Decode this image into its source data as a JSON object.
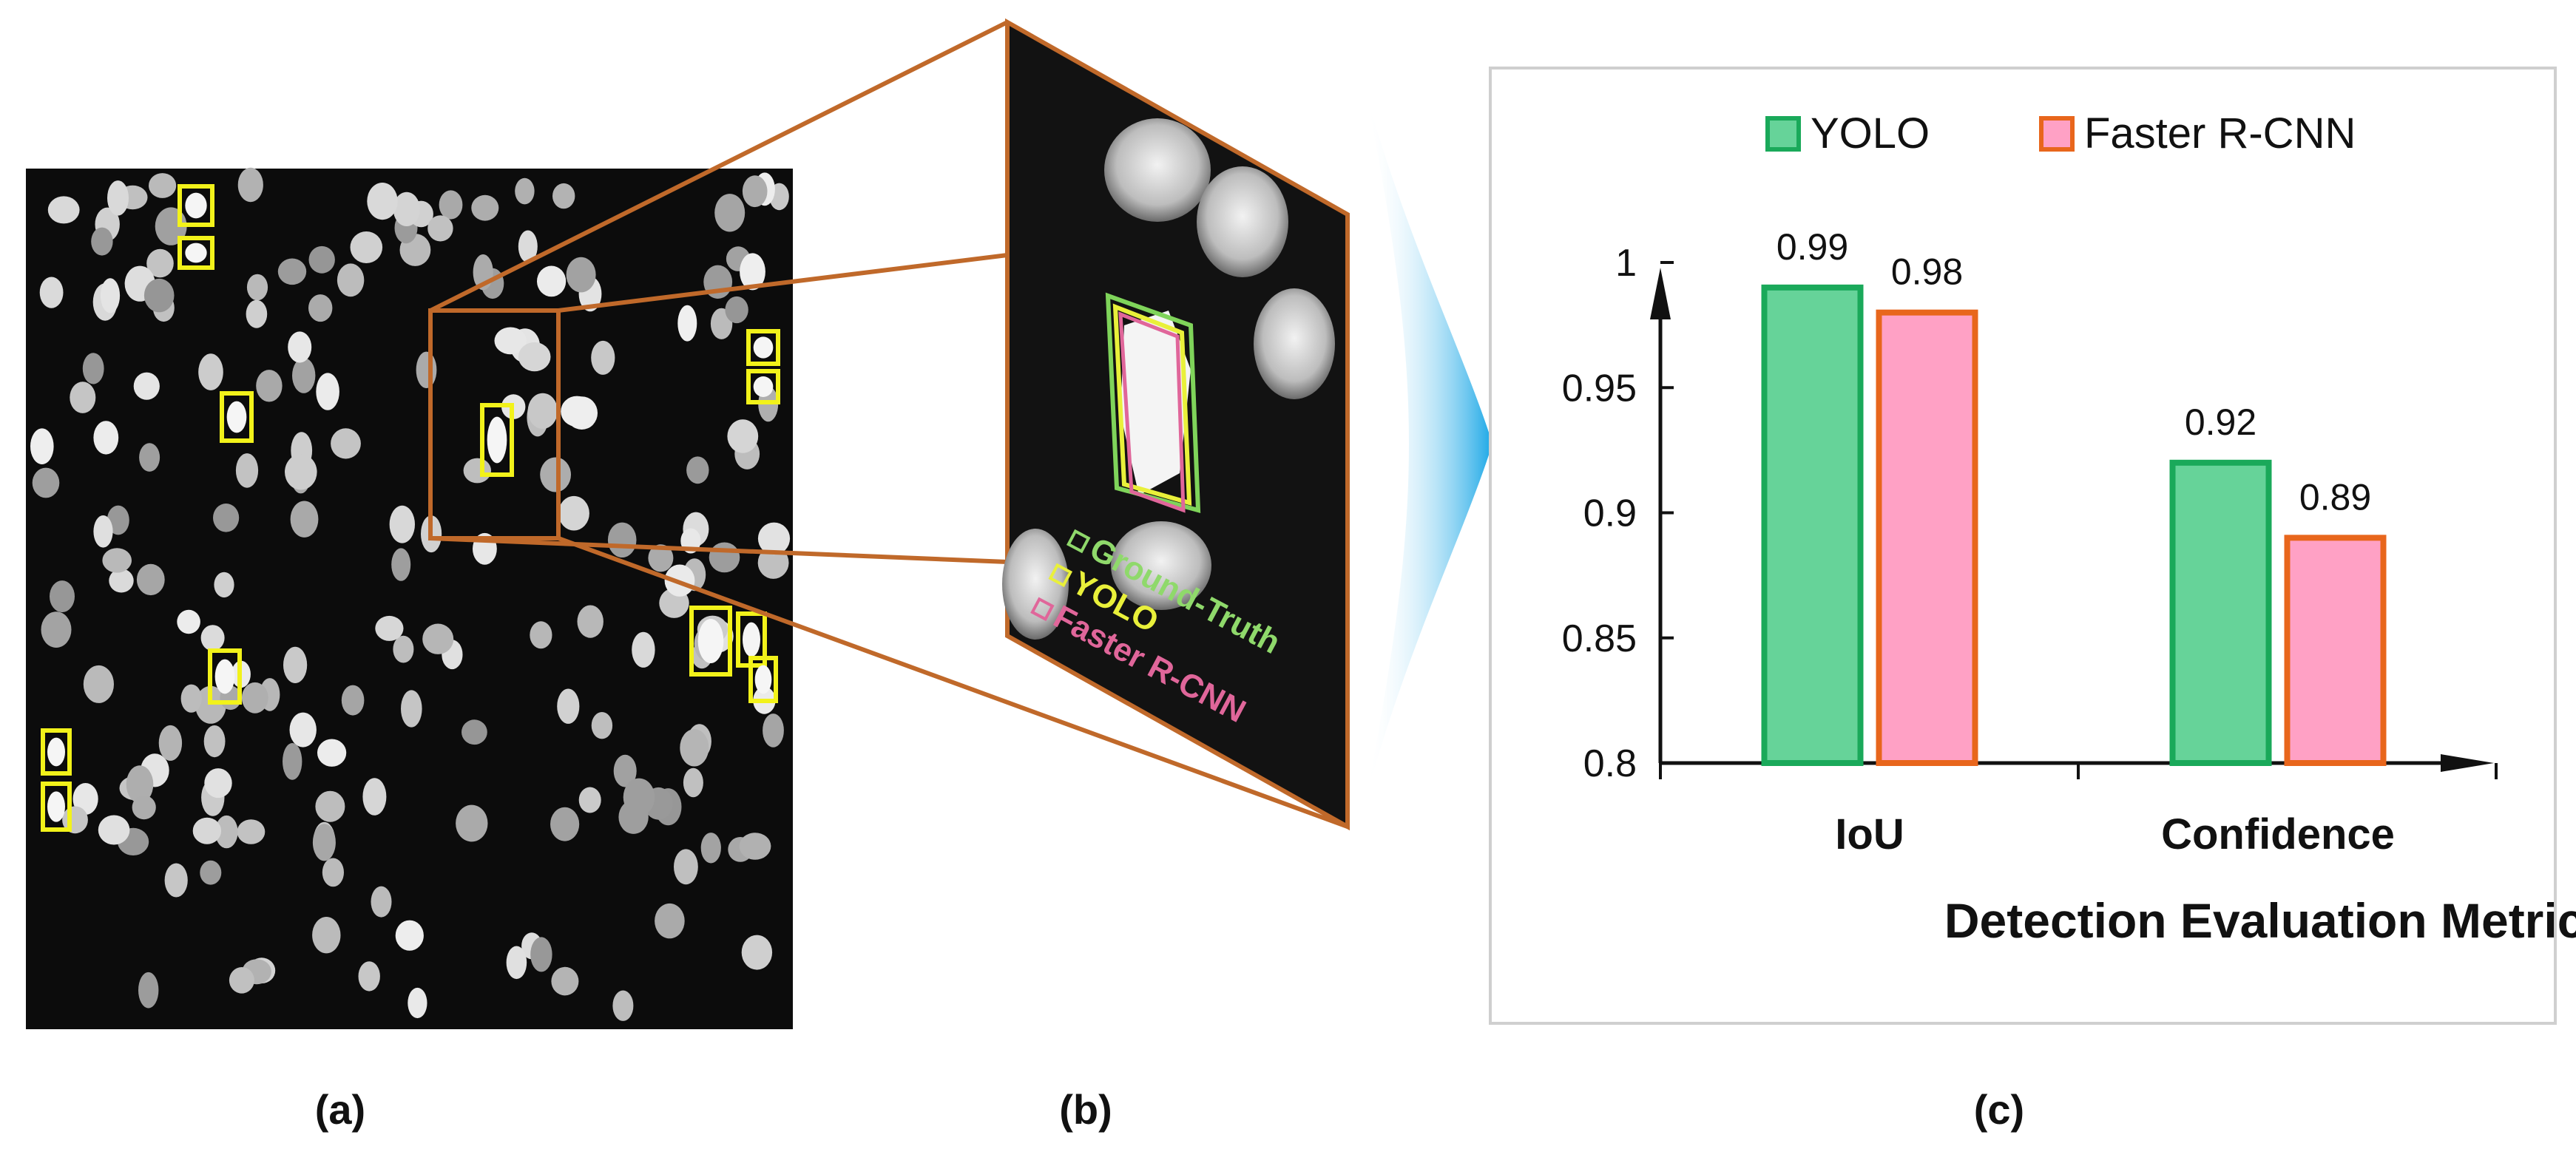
{
  "panels": {
    "a_label": "(a)",
    "b_label": "(b)",
    "c_label": "(c)"
  },
  "inset": {
    "legend": [
      "Ground-Truth",
      "YOLO",
      "Faster R-CNN"
    ],
    "legend_colors": [
      "#8fd96b",
      "#e9f03a",
      "#e0669a"
    ]
  },
  "colors": {
    "connector": "#c0692a",
    "detection_box": "#f2f21a",
    "ground_truth_box": "#7fd45a",
    "faster_rcnn_box": "#e0669a",
    "arrow": "#1aa7e6"
  },
  "chart_data": {
    "type": "bar",
    "categories": [
      "IoU",
      "Confidence"
    ],
    "series": [
      {
        "name": "YOLO",
        "values": [
          0.99,
          0.92
        ],
        "fill": "#66d399",
        "stroke": "#1aa95a"
      },
      {
        "name": "Faster R-CNN",
        "values": [
          0.98,
          0.89
        ],
        "fill": "#ffa1c5",
        "stroke": "#e8661c"
      }
    ],
    "data_labels": [
      "0.99",
      "0.98",
      "0.92",
      "0.89"
    ],
    "xlabel": "Detection Evaluation Metrics",
    "ylabel": "",
    "ylim": [
      0.8,
      1.0
    ],
    "yticks": [
      0.8,
      0.85,
      0.9,
      0.95,
      1.0
    ],
    "ytick_labels": [
      "0.8",
      "0.85",
      "0.9",
      "0.95",
      "1"
    ],
    "grid": false,
    "legend_position": "top"
  }
}
